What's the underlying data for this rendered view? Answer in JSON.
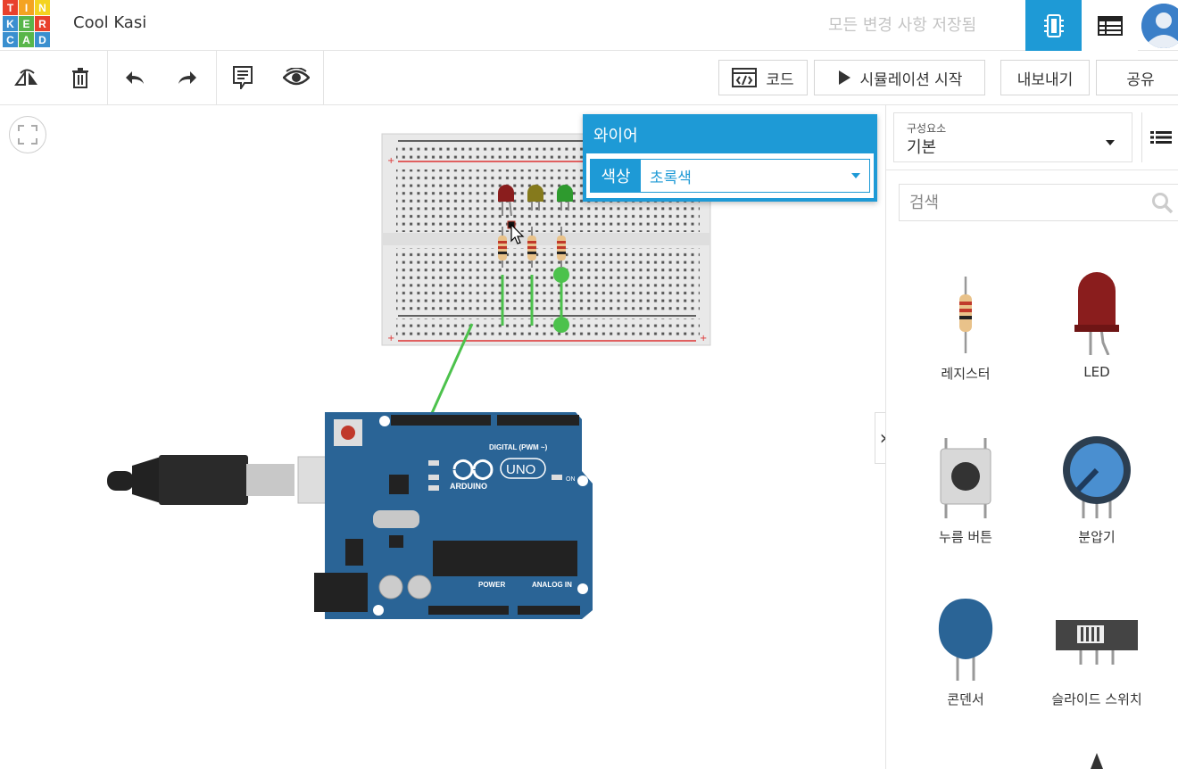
{
  "logo": {
    "letters": [
      "T",
      "I",
      "N",
      "K",
      "E",
      "R",
      "C",
      "A",
      "D"
    ],
    "colors": [
      "#e8412c",
      "#f4a321",
      "#f4d320",
      "#3a8fcf",
      "#58b64a",
      "#e8412c",
      "#3a8fcf",
      "#58b64a",
      "#3a8fcf"
    ]
  },
  "header": {
    "project_title": "Cool Kasi",
    "save_status": "모든 변경 사항 저장됨"
  },
  "toolbar": {
    "code_label": "코드",
    "simulate_label": "시뮬레이션 시작",
    "export_label": "내보내기",
    "share_label": "공유"
  },
  "wire_popup": {
    "title": "와이어",
    "color_label": "색상",
    "color_value": "초록색"
  },
  "panel": {
    "library_label": "구성요소",
    "library_value": "기본",
    "search_placeholder": "검색",
    "components": [
      "레지스터",
      "LED",
      "누름 버튼",
      "분압기",
      "콘덴서",
      "슬라이드 스위치"
    ]
  },
  "arduino": {
    "brand": "ARDUINO",
    "model": "UNO",
    "digital_label": "DIGITAL (PWM ~)",
    "power_label": "POWER",
    "analog_label": "ANALOG IN",
    "on_label": "ON"
  },
  "colors": {
    "accent": "#1e9ad6",
    "board": "#2a6496",
    "wire_green": "#4cc24c",
    "led_red": "#8a1d1d",
    "led_yellow": "#857a1c",
    "led_green": "#2e9a2e"
  }
}
